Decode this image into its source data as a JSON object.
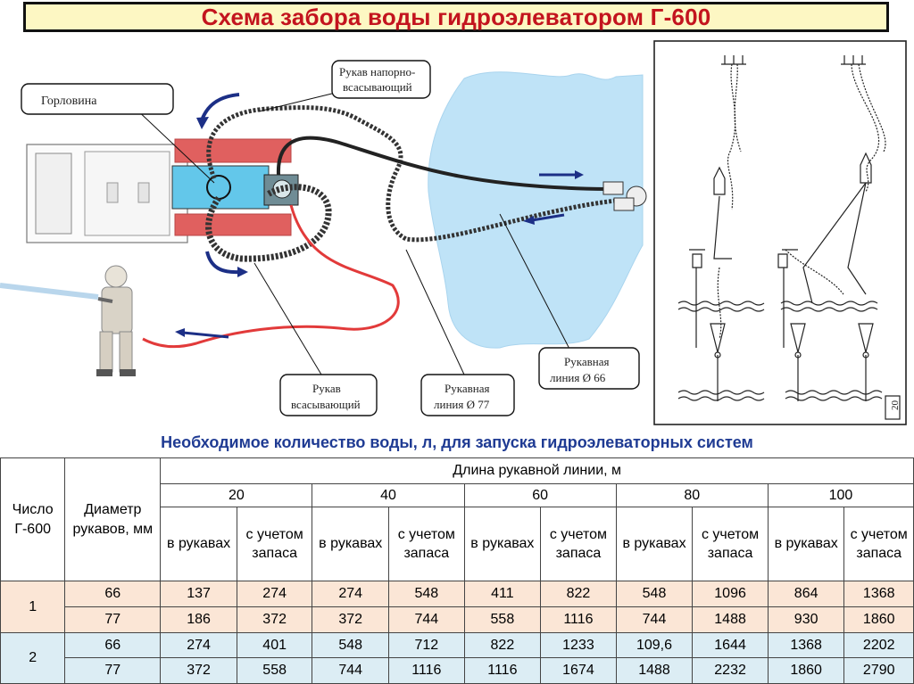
{
  "title": "Схема забора воды гидроэлеватором Г-600",
  "diagram": {
    "labels": {
      "neck": "Горловина",
      "pressure_suction_hose_1": "Рукав напорно-",
      "pressure_suction_hose_2": "всасывающий",
      "suction_hose_1": "Рукав",
      "suction_hose_2": "всасывающий",
      "line_77_1": "Рукавная",
      "line_77_2": "линия  Ø 77",
      "line_66_1": "Рукавная",
      "line_66_2": "линия  Ø 66",
      "figure_number": "20"
    },
    "colors": {
      "water": "#bfe3f7",
      "truck_red": "#e0605f",
      "hose_red": "#e23a3a",
      "arrow_blue": "#1c2f86",
      "tank_cyan": "#63c7ea"
    }
  },
  "subtitle": "Необходимое количество воды, л, для запуска гидроэлеваторных систем",
  "table": {
    "col_count_header": "Число Г-600",
    "col_diameter_header": "Диаметр рукавов, мм",
    "length_header": "Длина рукавной линии, м",
    "lengths": [
      "20",
      "40",
      "60",
      "80",
      "100"
    ],
    "sub_in_hoses": "в рукавах",
    "sub_with_reserve": "с учетом запаса",
    "groups": [
      {
        "count": "1",
        "rows": [
          {
            "diameter": "66",
            "values": [
              "137",
              "274",
              "274",
              "548",
              "411",
              "822",
              "548",
              "1096",
              "864",
              "1368"
            ]
          },
          {
            "diameter": "77",
            "values": [
              "186",
              "372",
              "372",
              "744",
              "558",
              "1116",
              "744",
              "1488",
              "930",
              "1860"
            ]
          }
        ]
      },
      {
        "count": "2",
        "rows": [
          {
            "diameter": "66",
            "values": [
              "274",
              "401",
              "548",
              "712",
              "822",
              "1233",
              "109,6",
              "1644",
              "1368",
              "2202"
            ]
          },
          {
            "diameter": "77",
            "values": [
              "372",
              "558",
              "744",
              "1116",
              "1116",
              "1674",
              "1488",
              "2232",
              "1860",
              "2790"
            ]
          }
        ]
      }
    ]
  }
}
